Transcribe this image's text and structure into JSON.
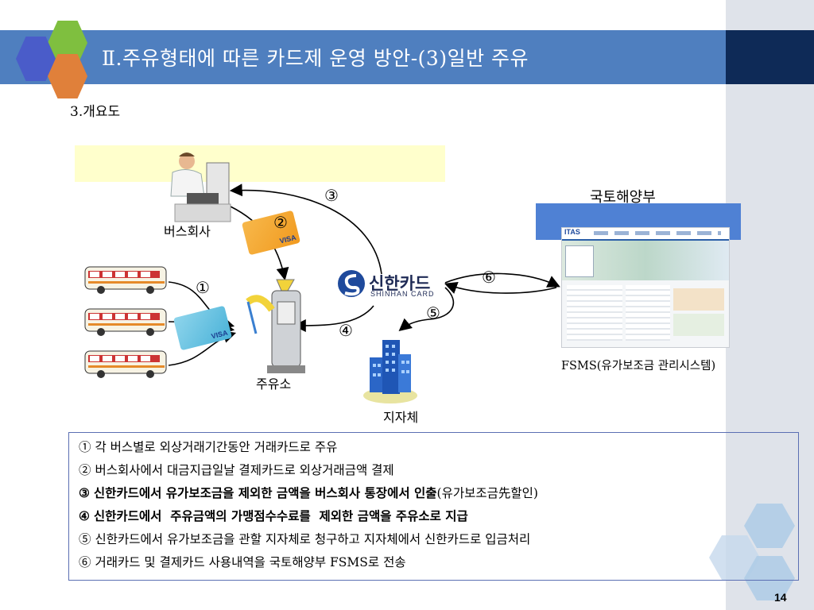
{
  "header": {
    "title": "Ⅱ.주유형태에 따른 카드제 운영 방안-(3)일반 주유"
  },
  "subtitle": "3.개요도",
  "diagram": {
    "bus_company_label": "버스회사",
    "gas_station_label": "주유소",
    "local_gov_label": "지자체",
    "ministry_label": "국토해양부",
    "fsms_label": "FSMS(유가보조금 관리시스템)",
    "shinhan_korean": "신한카드",
    "shinhan_english": "SHINHAN CARD",
    "itas_logo": "ITAS",
    "card_brand": "VISA",
    "step_markers": [
      "①",
      "②",
      "③",
      "④",
      "⑤",
      "⑥"
    ]
  },
  "steps": [
    {
      "mark": "①",
      "bold": "",
      "text": "각 버스별로 외상거래기간동안 거래카드로 주유"
    },
    {
      "mark": "②",
      "bold": "",
      "text": "버스회사에서 대금지급일날 결제카드로 외상거래금액 결제"
    },
    {
      "mark": "③",
      "bold": "신한카드에서 유가보조금을 제외한 금액을 버스회사 통장에서 인출",
      "text": "(유가보조금先할인)"
    },
    {
      "mark": "④",
      "bold": "신한카드에서  주유금액의 가맹점수수료를  제외한 금액을 주유소로 지급",
      "text": ""
    },
    {
      "mark": "⑤",
      "bold": "",
      "text": "신한카드에서 유가보조금을 관할 지자체로 청구하고 지자체에서 신한카드로 입금처리"
    },
    {
      "mark": "⑥",
      "bold": "",
      "text": "거래카드 및 결제카드 사용내역을 국토해양부 FSMS로 전송"
    }
  ],
  "page_number": "14",
  "colors": {
    "title_bar": "#4f7fbf",
    "hex_blue": "#4a5cc9",
    "hex_green": "#7fbf3f",
    "hex_orange": "#e0803a"
  }
}
